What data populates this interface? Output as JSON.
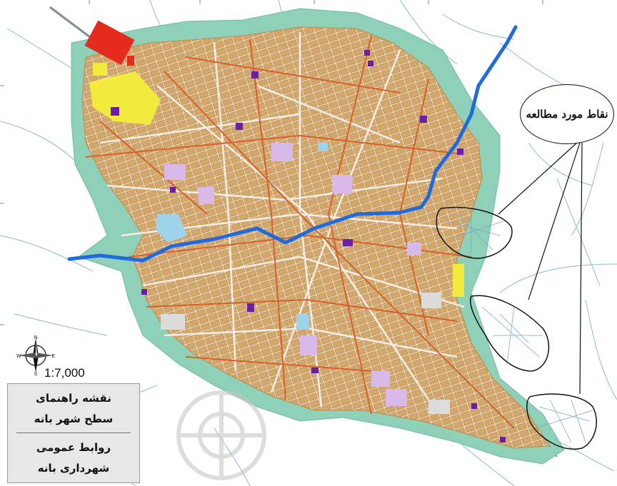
{
  "map": {
    "callout_label": "نقاط مورد مطالعه",
    "scale": "1:7,000",
    "compass": {
      "north": "N",
      "south": "S",
      "east": "E",
      "west": "W"
    },
    "legend": {
      "line1": "نقشه راهنمای",
      "line2": "سطح شهر بانه",
      "line3": "روابط عمومی",
      "line4": "شهرداری بانه"
    },
    "colors": {
      "urban_fill": "#c99a5e",
      "buffer": "#8fd1b8",
      "river": "#1f6ae0",
      "roads": "#d8602a",
      "industrial": "#e52a1e",
      "yellow_zone": "#f3ea3e",
      "purple_poi": "#6b1fa6",
      "lavender_zone": "#d9b8ea"
    }
  }
}
